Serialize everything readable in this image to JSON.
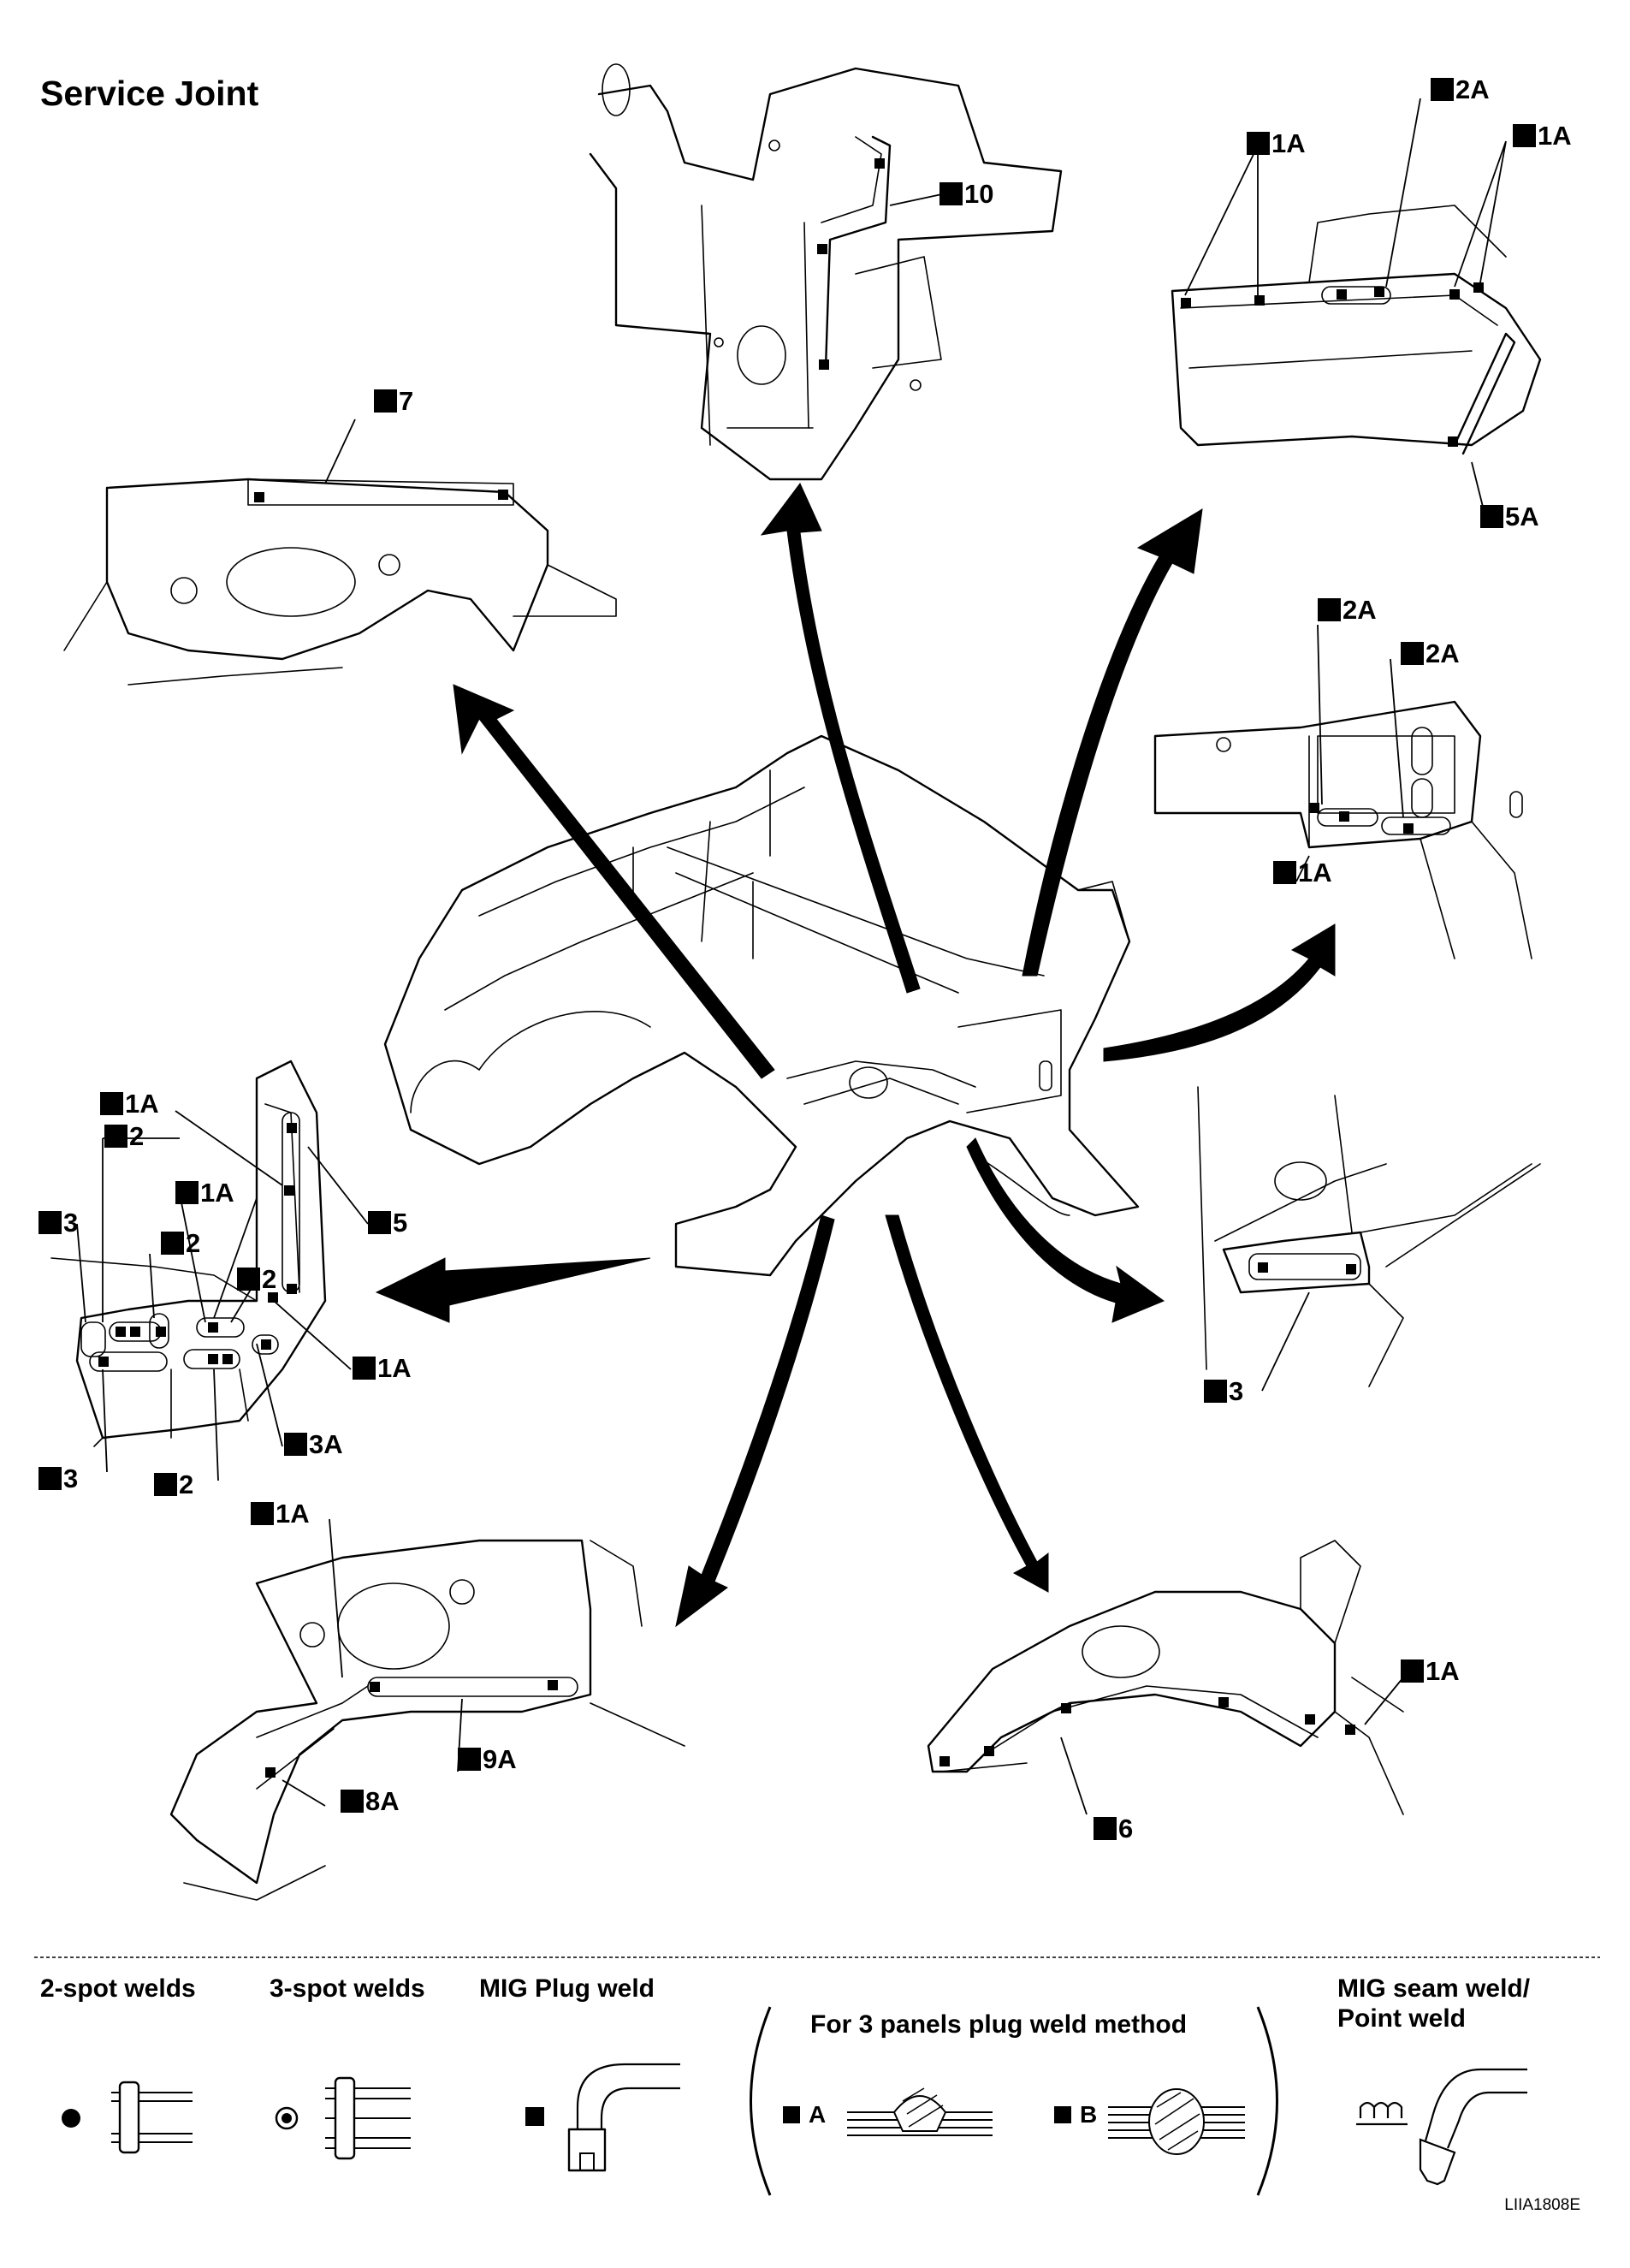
{
  "title": "Service Joint",
  "weld_labels": {
    "v10": "10",
    "v7": "7",
    "v1a_tl": "1A",
    "v2a_top": "2A",
    "v1a_tr": "1A",
    "v5a": "5A",
    "v2a_mid1": "2A",
    "v2a_mid2": "2A",
    "v1a_mid": "1A",
    "l1a_top": "1A",
    "l2_top": "2",
    "l1a_mid": "1A",
    "l3_left": "3",
    "l2_mid": "2",
    "l2_right": "2",
    "l5": "5",
    "l1a_right": "1A",
    "l3a": "3A",
    "l3_bot": "3",
    "l2_bot": "2",
    "r3": "3",
    "b1a": "1A",
    "b8a": "8A",
    "b9a": "9A",
    "b1a_right": "1A",
    "b6": "6"
  },
  "legend": {
    "two_spot": "2-spot welds",
    "three_spot": "3-spot welds",
    "mig_plug": "MIG Plug weld",
    "three_panels": "For 3 panels plug weld method",
    "method_a": "A",
    "method_b": "B",
    "mig_seam_1": "MIG seam weld/",
    "mig_seam_2": "Point weld"
  },
  "figure_code": "LIIA1808E"
}
